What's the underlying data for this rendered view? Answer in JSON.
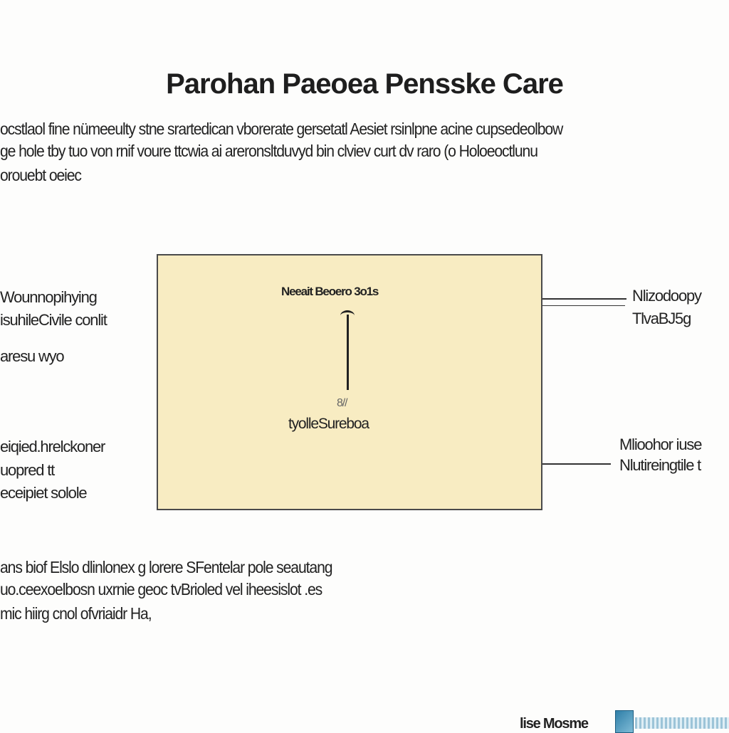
{
  "title": "Parohan Paeoea Pensske Care",
  "intro": [
    "ocstlaol fine nümeeulty stne srartedican vborerate gersetatl Aesiet rsinlpne acine cupsedeolbow",
    "ge hole tby tuo von rnif voure ttcwia ai areronsltduvyd bin clviev curt dv raro (o Holoeoctlunu",
    "orouebt oeiec"
  ],
  "diagram": {
    "box_heading": "Neeait Beoero 3o1s",
    "box_mid_label": "8//",
    "box_bottom_label": "tyolleSureboa",
    "box_fill": "#f8ecc2",
    "left_labels_top": [
      "Wounnopihying",
      "isuhileCivile conlit",
      "aresu wyo"
    ],
    "left_labels_bottom": [
      "eiqied.hrelckoner",
      "uopred tt",
      "eceipiet solole"
    ],
    "right_labels_top": [
      "Nlizodoopy",
      "TlvaBJ5g"
    ],
    "right_labels_bottom": [
      "Mlioohor iuse",
      "Nlutireingtile t"
    ]
  },
  "outro": [
    "ans biof Elslo dlinlonex g lorere SFentelar pole seautang",
    "uo.ceexoelbosn uxrnie geoc tvBrioled vel iheesislot .es",
    "mic hiirg cnol ofvriaidr Ha,"
  ],
  "footer": {
    "logo_text": "lise Mosme"
  }
}
